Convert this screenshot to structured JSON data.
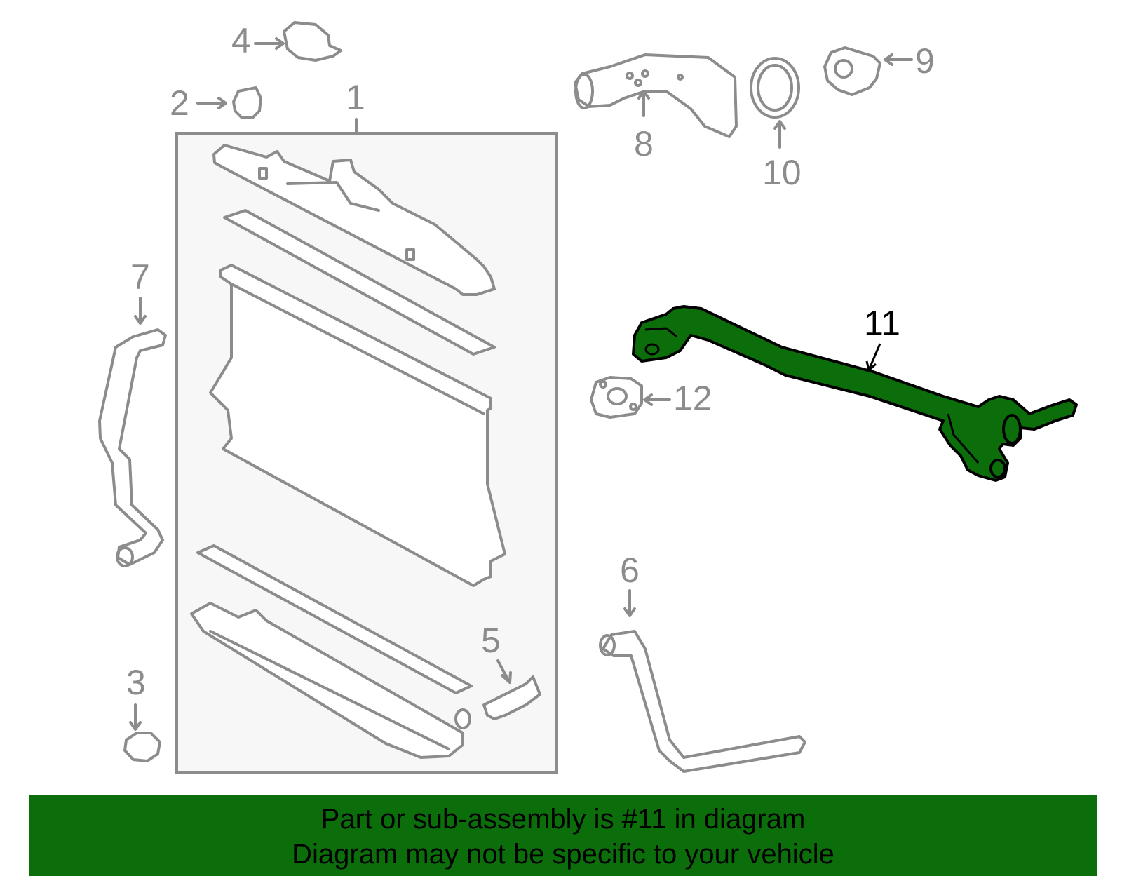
{
  "diagram": {
    "callouts": [
      {
        "id": "1",
        "label": "1"
      },
      {
        "id": "2",
        "label": "2"
      },
      {
        "id": "3",
        "label": "3"
      },
      {
        "id": "4",
        "label": "4"
      },
      {
        "id": "5",
        "label": "5"
      },
      {
        "id": "6",
        "label": "6"
      },
      {
        "id": "7",
        "label": "7"
      },
      {
        "id": "8",
        "label": "8"
      },
      {
        "id": "9",
        "label": "9"
      },
      {
        "id": "10",
        "label": "10"
      },
      {
        "id": "11",
        "label": "11"
      },
      {
        "id": "12",
        "label": "12"
      }
    ],
    "highlighted_part": "11",
    "colors": {
      "line": "#8c8c8c",
      "highlight_fill": "#0b6e0b",
      "highlight_stroke": "#000000",
      "radiator_box": "#f7f7f7",
      "caption_bar": "#0b6e0b"
    }
  },
  "caption": {
    "line1": "Part or sub-assembly is #11 in diagram",
    "line2": "Diagram may not be specific to your vehicle"
  }
}
